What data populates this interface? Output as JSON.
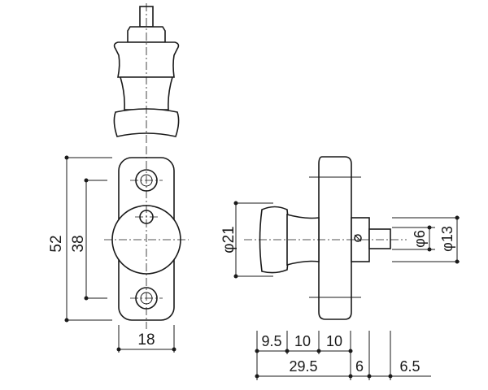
{
  "dimensions": {
    "height_total": "52",
    "hole_pitch": "38",
    "plate_width": "18",
    "knob_diameter": "φ21",
    "shaft_small_diameter": "φ6",
    "shaft_large_diameter": "φ13",
    "seg_a": "9.5",
    "seg_b": "10",
    "seg_c": "10",
    "seg_total": "29.5",
    "seg_d": "6",
    "seg_e": "6.5"
  }
}
